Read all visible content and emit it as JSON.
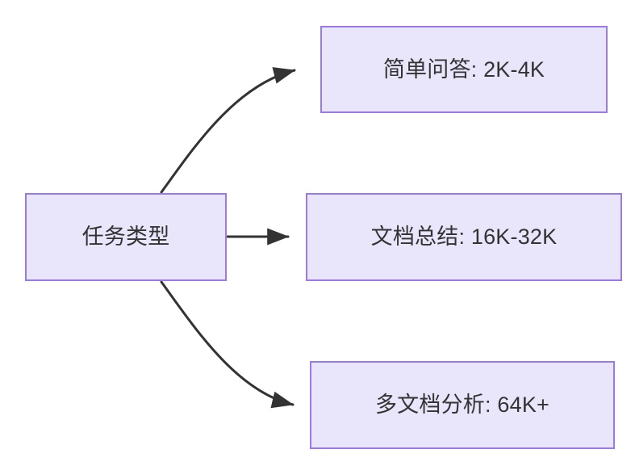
{
  "diagram": {
    "type": "flowchart",
    "direction": "left-to-right",
    "background_color": "#ffffff",
    "node_fill_color": "#e9e5fa",
    "node_border_color": "#9a7aea",
    "node_text_color": "#333333",
    "edge_color": "#333333",
    "root": {
      "id": "root",
      "label": "任务类型"
    },
    "branches": [
      {
        "id": "simple-qa",
        "label": "简单问答: 2K-4K",
        "task": "简单问答",
        "context_length": "2K-4K",
        "edge_style": "curved"
      },
      {
        "id": "doc-summary",
        "label": "文档总结: 16K-32K",
        "task": "文档总结",
        "context_length": "16K-32K",
        "edge_style": "straight"
      },
      {
        "id": "multi-doc",
        "label": "多文档分析: 64K+",
        "task": "多文档分析",
        "context_length": "64K+",
        "edge_style": "curved"
      }
    ]
  }
}
